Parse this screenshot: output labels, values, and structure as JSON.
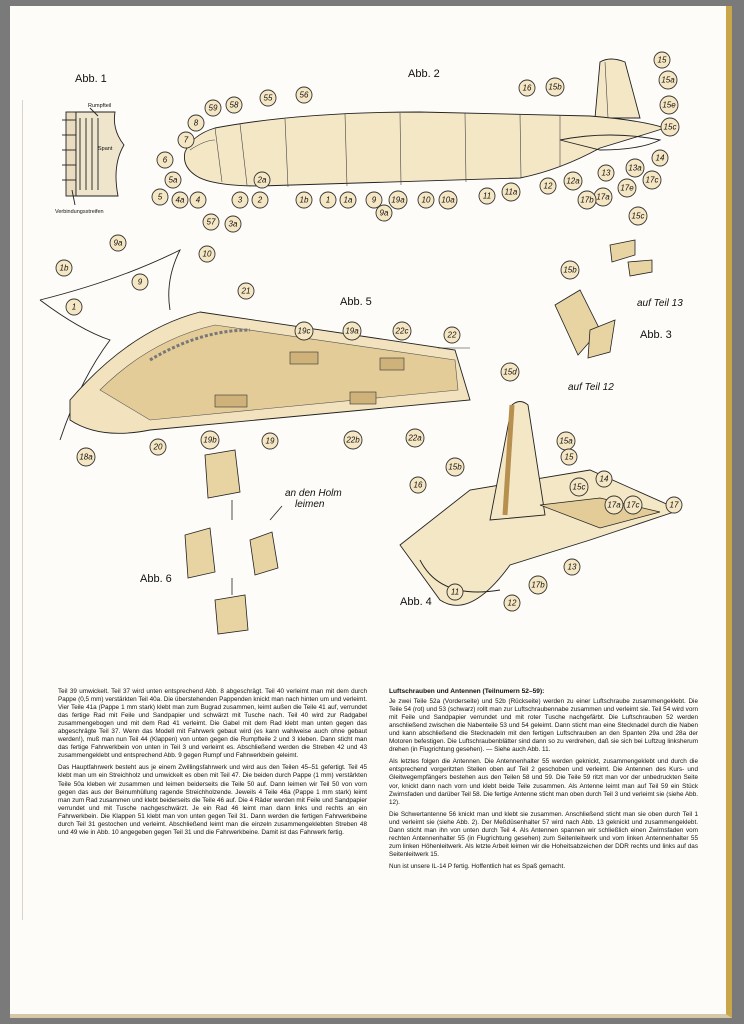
{
  "figures": {
    "abb1": {
      "title": "Abb. 1",
      "labels": {
        "rumpfteil": "Rumpfteil",
        "spant": "Spant",
        "verbindung": "Verbindungsstreifen"
      }
    },
    "abb2": {
      "title": "Abb. 2",
      "callouts": [
        "15",
        "15a",
        "15b",
        "16",
        "56",
        "55",
        "58",
        "59",
        "8",
        "7",
        "6",
        "5a",
        "5",
        "4a",
        "4",
        "57",
        "3",
        "3a",
        "2",
        "2a",
        "1b",
        "1",
        "1a",
        "9",
        "9a",
        "19a",
        "10",
        "10a",
        "11",
        "11a",
        "12",
        "12a",
        "13",
        "13a",
        "14",
        "15c",
        "15e",
        "17a",
        "17b",
        "17c",
        "17e"
      ]
    },
    "abb3": {
      "title": "Abb. 3",
      "callouts": [
        "15b",
        "15c"
      ],
      "notes": {
        "auf13": "auf Teil 13",
        "auf12": "auf Teil 12"
      }
    },
    "abb4": {
      "title": "Abb. 4",
      "callouts": [
        "15d",
        "15a",
        "15",
        "15b",
        "16",
        "15c",
        "14",
        "17c",
        "17a",
        "17",
        "13",
        "17b",
        "12",
        "11"
      ]
    },
    "abb5": {
      "title": "Abb. 5",
      "callouts": [
        "1b",
        "9a",
        "9",
        "10",
        "1",
        "21",
        "19c",
        "19a",
        "22c",
        "22",
        "18a",
        "20",
        "19b",
        "19",
        "22b",
        "22a"
      ]
    },
    "abb6": {
      "title": "Abb. 6",
      "note_line1": "an den Holm",
      "note_line2": "leimen"
    }
  },
  "text": {
    "left": [
      "Teil 39 umwickelt. Teil 37 wird unten entsprechend Abb. 8 abgeschrägt. Teil 40 verleimt man mit dem durch Pappe (0,5 mm) verstärkten Teil 40a. Die überstehenden Pappenden knickt man nach hinten um und verleimt. Vier Teile 41a (Pappe 1 mm stark) klebt man zum Bugrad zusammen, leimt außen die Teile 41 auf, verrundet das fertige Rad mit Feile und Sandpapier und schwärzt mit Tusche nach. Teil 40 wird zur Radgabel zusammengebogen und mit dem Rad 41 verleimt. Die Gabel mit dem Rad klebt man unten gegen das abgeschrägte Teil 37. Wenn das Modell mit Fahrwerk gebaut wird (es kann wahlweise auch ohne gebaut werden!), muß man nun Teil 44 (Klappen) von unten gegen die Rumpfteile 2 und 3 kleben. Dann sticht man das fertige Fahrwerkbein von unten in Teil 3 und verleimt es. Abschließend werden die Streben 42 und 43 zusammengeklebt und entsprechend Abb. 9 gegen Rumpf und Fahrwerkbein geleimt.",
      "Das Hauptfahrwerk besteht aus je einem Zwillingsfahrwerk und wird aus den Teilen 45–51 gefertigt. Teil 45 klebt man um ein Streichholz und umwickelt es oben mit Teil 47. Die beiden durch Pappe (1 mm) verstärkten Teile 50a kleben wir zusammen und leimen beiderseits die Teile 50 auf. Dann leimen wir Teil 50 von vorn gegen das aus der Beinumhüllung ragende Streichholzende. Jeweils 4 Teile 46a (Pappe 1 mm stark) leimt man zum Rad zusammen und klebt beiderseits die Teile 46 auf. Die 4 Räder werden mit Feile und Sandpapier verrundet und mit Tusche nachgeschwärzt. Je ein Rad 46 leimt man dann links und rechts an ein Fahrwerkbein. Die Klappen 51 klebt man von unten gegen Teil 31. Dann werden die fertigen Fahrwerkbeine durch Teil 31 gestochen und verleimt. Abschließend leimt man die einzeln zusammengeklebten Streben 48 und 49 wie in Abb. 10 angegeben gegen Teil 31 und die Fahrwerkbeine. Damit ist das Fahrwerk fertig."
    ],
    "right_heading": "Luftschrauben und Antennen (Teilnumern 52–59):",
    "right": [
      "Je zwei Teile 52a (Vorderseite) und 52b (Rückseite) werden zu einer Luftschraube zusammengeklebt. Die Teile 54 (rot) und 53 (schwarz) rollt man zur Luftschraubennabe zusammen und verleimt sie. Teil 54 wird vorn mit Feile und Sandpapier verrundet und mit roter Tusche nachgefärbt. Die Luftschrauben 52 werden anschließend zwischen die Nabenteile 53 und 54 geleimt. Dann sticht man eine Stecknadel durch die Naben und kann abschließend die Stecknadeln mit den fertigen Luftschrauben an den Spanten 29a und 28a der Motoren befestigen. Die Luftschraubenblätter sind dann so zu verdrehen, daß sie sich bei Luftzug linksherum drehen (in Flugrichtung gesehen). — Siehe auch Abb. 11.",
      "Als letztes folgen die Antennen. Die Antennenhalter 55 werden geknickt, zusammengeklebt und durch die entsprechend vorgeritzten Stellen oben auf Teil 2 geschoben und verleimt. Die Antennen des Kurs- und Gleitwegempfängers bestehen aus den Teilen 58 und 59. Die Teile 59 ritzt man vor der unbedruckten Seite vor, knickt dann nach vorn und klebt beide Teile zusammen. Als Antenne leimt man auf Teil 59 ein Stück Zwirnsfaden und darüber Teil 58. Die fertige Antenne sticht man oben durch Teil 3 und verleimt sie (siehe Abb. 12).",
      "Die Schwertantenne 56 knickt man und klebt sie zusammen. Anschließend sticht man sie oben durch Teil 1 und verleimt sie (siehe Abb. 2). Der Meßdüsenhalter 57 wird nach Abb. 13 geknickt und zusammengeklebt. Dann sticht man ihn von unten durch Teil 4. Als Antennen spannen wir schließlich einen Zwirnsfaden vom rechten Antennenhalter 55 (in Flugrichtung gesehen) zum Seitenleitwerk und vom linken Antennenhalter 55 zum linken Höhenleitwerk. Als letzte Arbeit leimen wir die Hoheitsabzeichen der DDR rechts und links auf das Seitenleitwerk 15."
    ],
    "closing": "Nun ist unsere IL-14 P fertig. Hoffentlich hat es Spaß gemacht."
  }
}
